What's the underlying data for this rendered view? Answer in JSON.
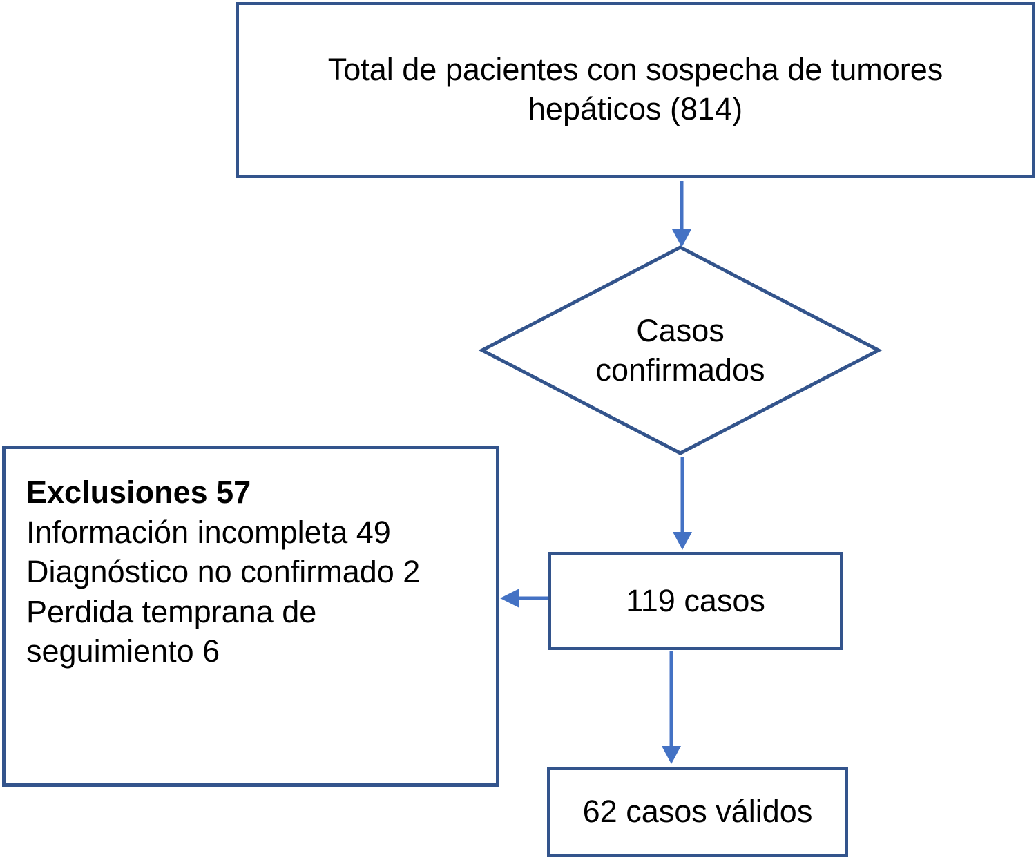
{
  "diagram": {
    "type": "flowchart",
    "colors": {
      "box_border": "#33548c",
      "arrow": "#4472c4",
      "text": "#000000",
      "background": "#ffffff"
    },
    "nodes": {
      "total_box": {
        "text": "Total de pacientes con sospecha de tumores hepáticos (814)"
      },
      "diamond": {
        "text": "Casos confirmados"
      },
      "exclusions_box": {
        "title": "Exclusiones 57",
        "lines": [
          "Información incompleta 49",
          "Diagnóstico no confirmado 2",
          "Perdida temprana de seguimiento 6"
        ]
      },
      "cases_box": {
        "text": "119 casos"
      },
      "valid_box": {
        "text": "62 casos válidos"
      }
    },
    "edges": [
      "total_box -> diamond",
      "diamond -> cases_box",
      "cases_box -> exclusions_box",
      "cases_box -> valid_box"
    ]
  }
}
